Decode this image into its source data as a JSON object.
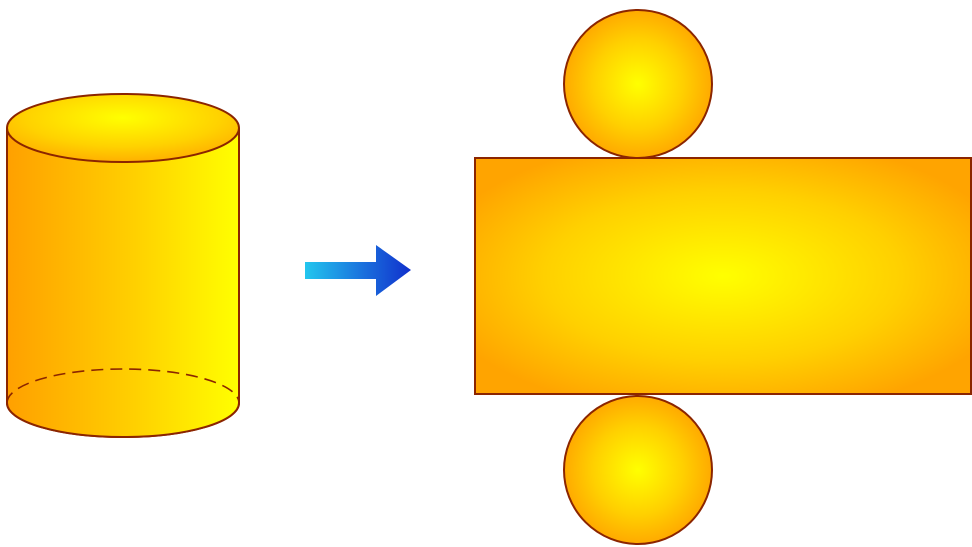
{
  "diagram": {
    "subject": "cylinder-net",
    "parts": [
      {
        "id": "cylinder",
        "icon": "cylinder-icon"
      },
      {
        "id": "arrow",
        "icon": "right-arrow-icon"
      },
      {
        "id": "net-top-circle",
        "icon": "circle-icon"
      },
      {
        "id": "net-rectangle",
        "icon": "rectangle-icon"
      },
      {
        "id": "net-bottom-circle",
        "icon": "circle-icon"
      }
    ]
  },
  "colors": {
    "fill_light": "#ffff00",
    "fill_mid": "#ffd200",
    "fill_dark": "#ffa000",
    "outline": "#8b2500",
    "arrow_light": "#22c6ee",
    "arrow_dark": "#1030cc"
  }
}
